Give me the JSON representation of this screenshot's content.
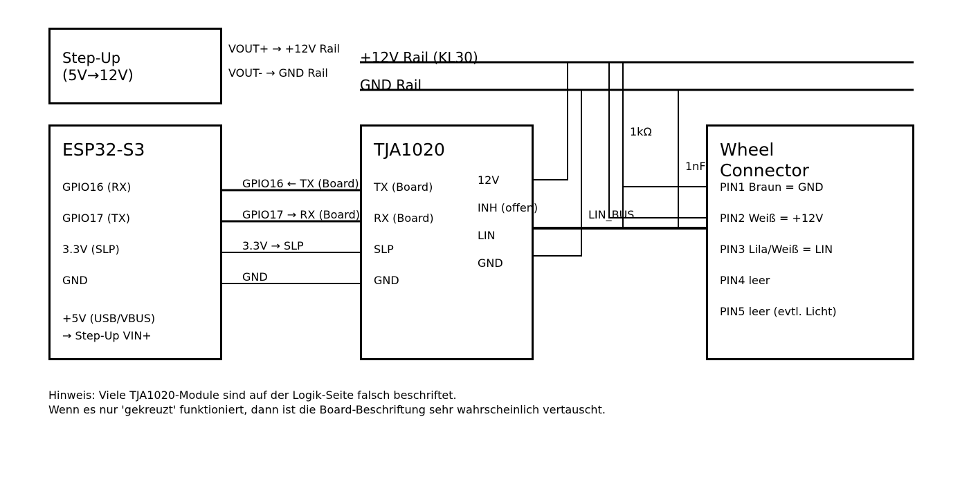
{
  "stepup": {
    "title_line1": "Step-Up",
    "title_line2": "(5V→12V)",
    "vout_plus": "VOUT+ → +12V Rail",
    "vout_minus": "VOUT- → GND Rail"
  },
  "rails": {
    "v12": "+12V Rail (KL30)",
    "gnd": "GND Rail"
  },
  "esp32": {
    "title": "ESP32-S3",
    "pins": [
      "GPIO16 (RX)",
      "GPIO17 (TX)",
      "3.3V (SLP)",
      "GND"
    ],
    "power_line1": "+5V (USB/VBUS)",
    "power_line2": "→ Step-Up VIN+"
  },
  "wires": {
    "w1": "GPIO16 ← TX (Board)",
    "w2": "GPIO17 → RX (Board)",
    "w3": "3.3V → SLP",
    "w4": "GND"
  },
  "tja": {
    "title": "TJA1020",
    "left_pins": [
      "TX (Board)",
      "RX (Board)",
      "SLP",
      "GND"
    ],
    "right_pins": [
      "12V",
      "INH (offen)",
      "LIN",
      "GND"
    ]
  },
  "components": {
    "resistor": "1kΩ",
    "capacitor": "1nF",
    "lin_bus": "LIN_BUS"
  },
  "wheel": {
    "title_line1": "Wheel",
    "title_line2": "Connector",
    "pins": [
      "PIN1 Braun = GND",
      "PIN2 Weiß  = +12V",
      "PIN3 Lila/Weiß = LIN",
      "PIN4 leer",
      "PIN5 leer (evtl. Licht)"
    ]
  },
  "note": {
    "line1": "Hinweis: Viele TJA1020-Module sind auf der Logik-Seite falsch beschriftet.",
    "line2": "Wenn es nur 'gekreuzt' funktioniert, dann ist die Board-Beschriftung sehr wahrscheinlich vertauscht."
  }
}
